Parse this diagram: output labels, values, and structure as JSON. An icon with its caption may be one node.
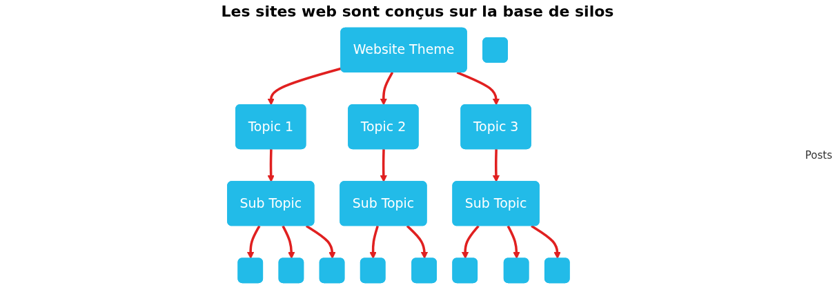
{
  "diagram": {
    "title": "Les sites web sont conçus sur la base de silos",
    "nodes": [
      {
        "text": [
          "Website Theme"
        ]
      },
      {
        "text": [
          "Topic 1"
        ]
      },
      {
        "text": [
          "Topic 2"
        ]
      },
      {
        "text": [
          "Topic 3"
        ]
      },
      {
        "text": [
          "Sub Topic"
        ]
      },
      {
        "text": [
          "Sub Topic"
        ]
      },
      {
        "text": [
          "Sub Topic"
        ]
      },
      {
        "text": [],
        "shape": "box"
      },
      {
        "text": [],
        "shape": "box"
      },
      {
        "text": [],
        "shape": "box"
      },
      {
        "text": [],
        "shape": "box"
      },
      {
        "text": [],
        "shape": "box"
      },
      {
        "text": [],
        "shape": "box"
      },
      {
        "text": [],
        "shape": "box"
      },
      {
        "text": [],
        "shape": "box"
      },
      {
        "text": [],
        "shape": "box"
      }
    ],
    "edges": [
      {
        "from": 0,
        "to": 1,
        "arrow": "to"
      },
      {
        "from": 0,
        "to": 2,
        "arrow": "to"
      },
      {
        "from": 0,
        "to": 3,
        "arrow": "to"
      },
      {
        "from": 1,
        "to": 4,
        "arrow": "to"
      },
      {
        "from": 2,
        "to": 5,
        "arrow": "to"
      },
      {
        "from": 3,
        "to": 6,
        "arrow": "to"
      },
      {
        "from": 4,
        "to": 7,
        "arrow": "to"
      },
      {
        "from": 4,
        "to": 8,
        "arrow": "to"
      },
      {
        "from": 4,
        "to": 9,
        "arrow": "to"
      },
      {
        "from": 5,
        "to": 10,
        "arrow": "to"
      },
      {
        "from": 5,
        "to": 12,
        "arrow": "to"
      },
      {
        "from": 6,
        "to": 13,
        "arrow": "to"
      },
      {
        "from": 6,
        "to": 14,
        "arrow": "to"
      },
      {
        "from": 6,
        "to": 15,
        "arrow": "to"
      }
    ],
    "labels": [
      "Posts"
    ]
  }
}
